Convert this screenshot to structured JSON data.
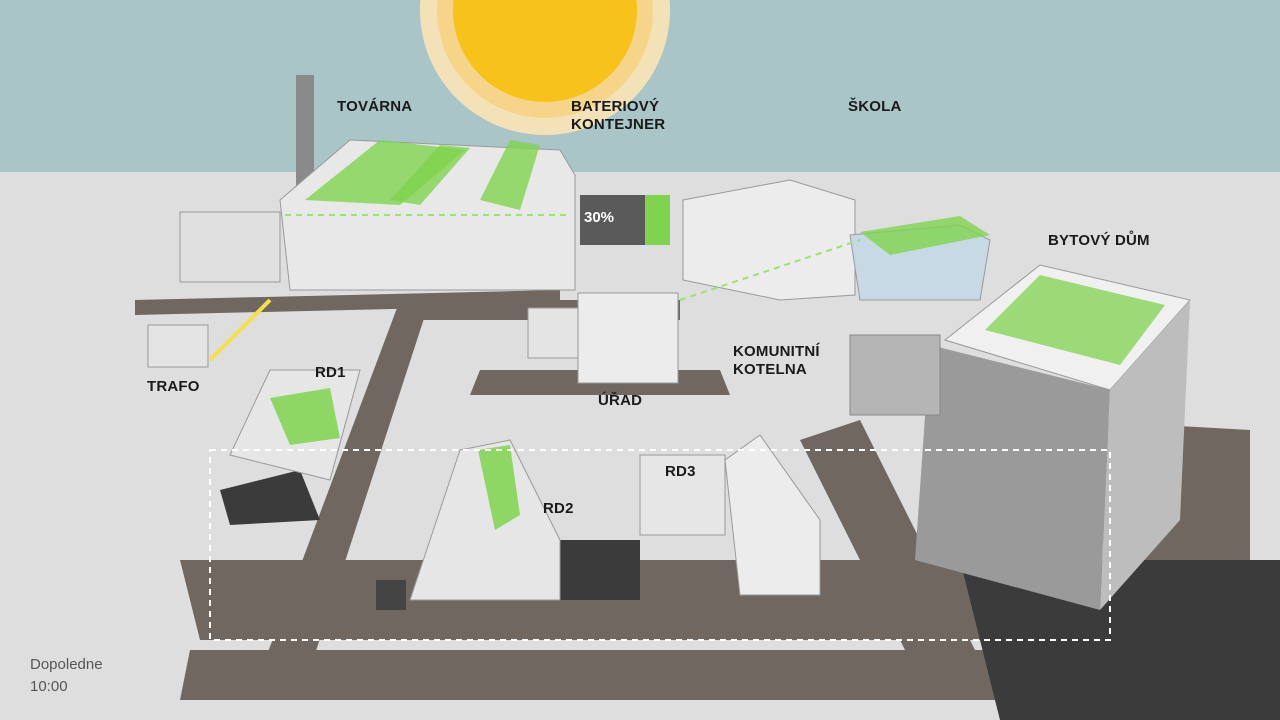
{
  "labels": {
    "factory": "TOVÁRNA",
    "battery_line1": "BATERIOVÝ",
    "battery_line2": "KONTEJNER",
    "school": "ŠKOLA",
    "apartment": "BYTOVÝ DŮM",
    "trafo": "TRAFO",
    "rd1": "RD1",
    "office": "ÚŘAD",
    "boiler_line1": "KOMUNITNÍ",
    "boiler_line2": "KOTELNA",
    "rd2": "RD2",
    "rd3": "RD3"
  },
  "battery": {
    "charge_text": "30%",
    "charge_percent": 30
  },
  "time": {
    "period": "Dopoledne",
    "clock": "10:00"
  },
  "colors": {
    "sky": "#a9c5c8",
    "ground": "#dedede",
    "road": "#6f6760",
    "solar": "#7fd34e",
    "sun": "#f7c21a",
    "building": "#ececec"
  }
}
